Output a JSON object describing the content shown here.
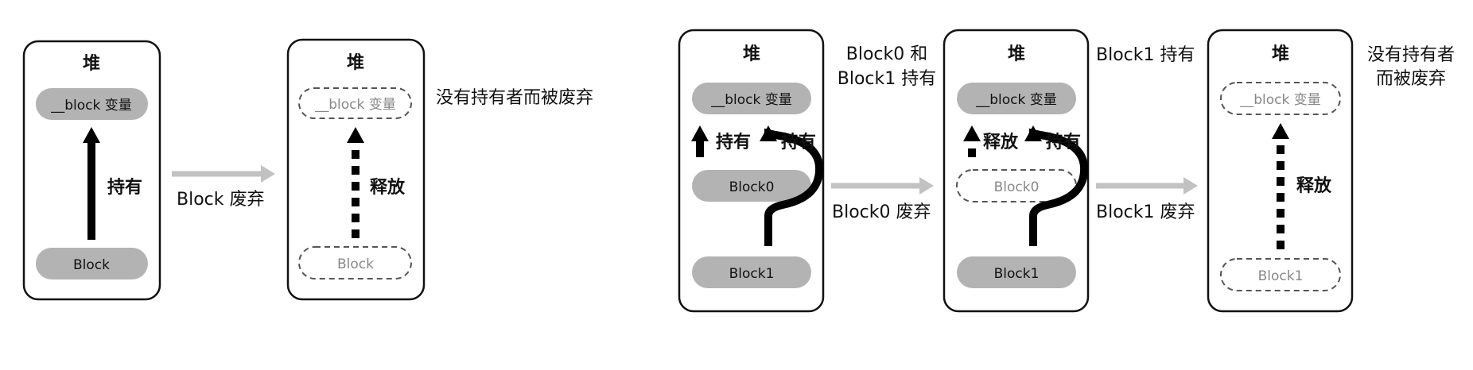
{
  "panels": [
    {
      "title": "堆",
      "variable": "__block 变量",
      "block": "Block",
      "hold_label": "持有"
    },
    {
      "title": "堆",
      "variable": "__block 变量",
      "block": "Block",
      "release_label": "释放"
    },
    {
      "title": "堆",
      "variable": "__block 变量",
      "block0": "Block0",
      "block1": "Block1",
      "hold_label_left": "持有",
      "hold_label_right": "持有"
    },
    {
      "title": "堆",
      "variable": "__block 变量",
      "block0": "Block0",
      "block1": "Block1",
      "release_label": "释放",
      "hold_label": "持有"
    },
    {
      "title": "堆",
      "variable": "__block 变量",
      "block1": "Block1",
      "release_label": "释放"
    }
  ],
  "notes": {
    "discarded_1": "没有持有者而被废弃",
    "held_both_line1": "Block0 和",
    "held_both_line2": "Block1 持有",
    "held_block1": "Block1 持有",
    "discarded_2_line1": "没有持有者",
    "discarded_2_line2": "而被废弃"
  },
  "transitions": {
    "block_discard": "Block 废弃",
    "block0_discard": "Block0 废弃",
    "block1_discard": "Block1 废弃"
  }
}
